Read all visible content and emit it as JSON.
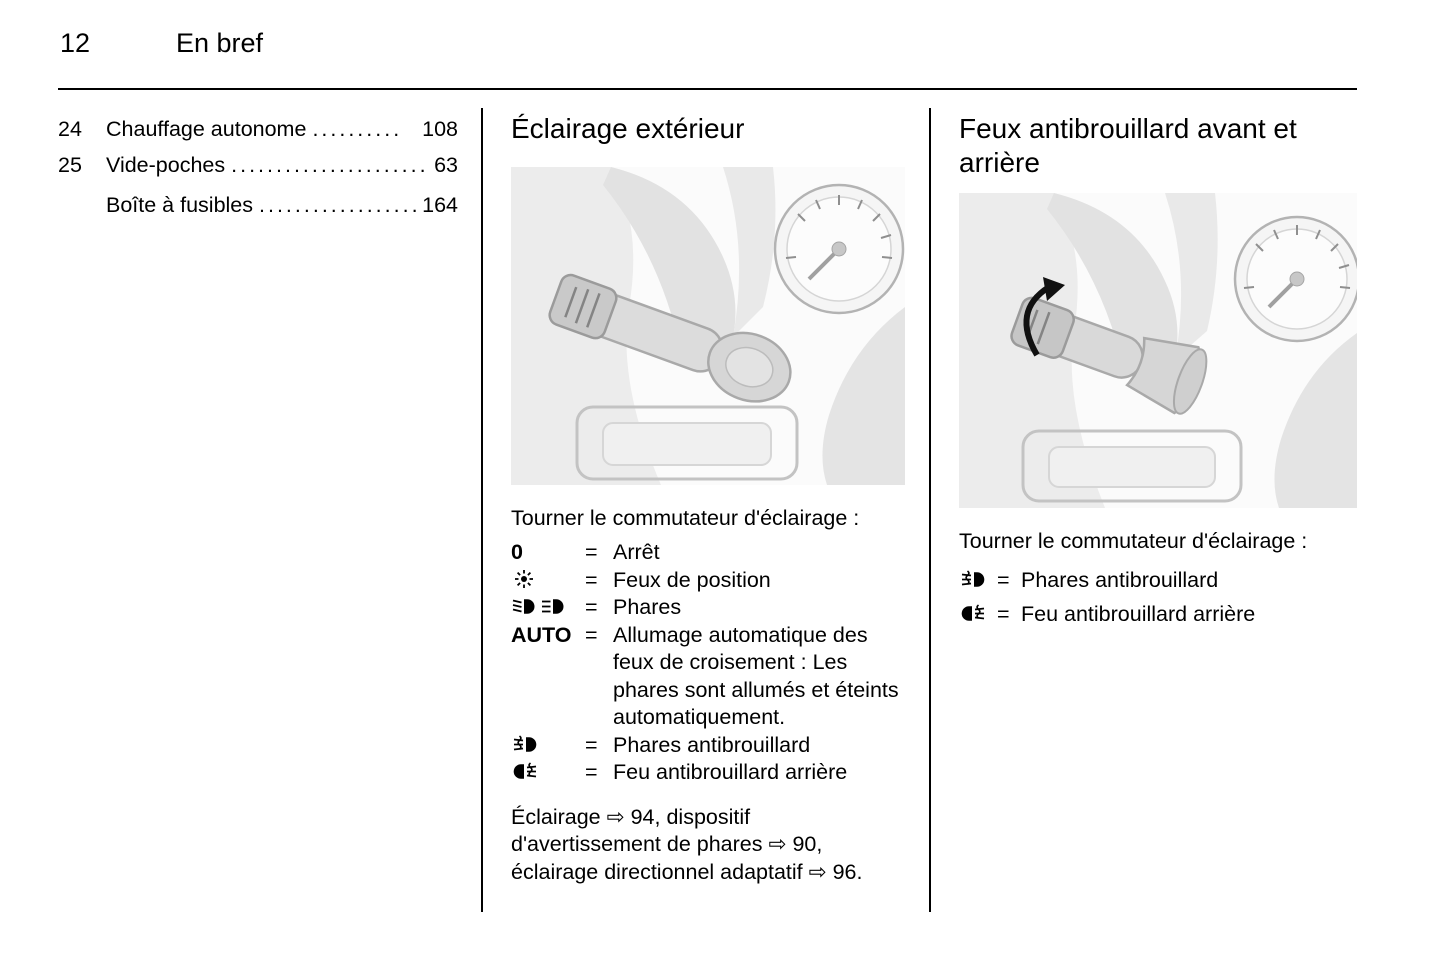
{
  "page": {
    "number": "12",
    "title": "En bref"
  },
  "index": {
    "items": [
      {
        "num": "24",
        "label": "Chauffage autonome",
        "leader": "..........",
        "page": "108"
      },
      {
        "num": "25",
        "label": "Vide-poches",
        "leader": ".........................",
        "page": "63"
      },
      {
        "num": "",
        "label": "Boîte à fusibles",
        "leader": "..................",
        "page": "164"
      }
    ]
  },
  "exterior_lighting": {
    "title": "Éclairage extérieur",
    "intro": "Tourner le commutateur d'éclairage :",
    "eq": "=",
    "legend": [
      {
        "symbol": "0",
        "text": "Arrêt"
      },
      {
        "symbol": "position-lights-icon",
        "text": "Feux de position"
      },
      {
        "symbol": "headlights-icon",
        "text": "Phares"
      },
      {
        "symbol": "AUTO",
        "text": "Allumage automatique des feux de croisement : Les phares sont allumés et éteints automatiquement."
      },
      {
        "symbol": "front-fog-icon",
        "text": "Phares antibrouillard"
      },
      {
        "symbol": "rear-fog-icon",
        "text": "Feu antibrouillard arrière"
      }
    ],
    "footer": "Éclairage ⇨ 94, dispositif d'avertissement de phares ⇨ 90, éclairage directionnel adaptatif ⇨ 96."
  },
  "fog_lights": {
    "title": "Feux antibrouillard avant et arrière",
    "intro": "Tourner le commutateur d'éclairage :",
    "eq": "=",
    "legend": [
      {
        "symbol": "front-fog-icon",
        "text": "Phares antibrouillard"
      },
      {
        "symbol": "rear-fog-icon",
        "text": "Feu antibrouillard arrière"
      }
    ]
  }
}
